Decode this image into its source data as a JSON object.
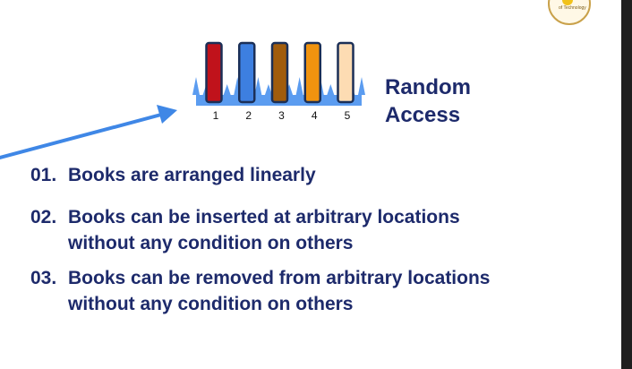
{
  "diagram": {
    "title_lines": [
      "Random",
      "Access"
    ],
    "slots": [
      {
        "label": "1",
        "book_color": "#c0121b"
      },
      {
        "label": "2",
        "book_color": "#3d7fe0"
      },
      {
        "label": "3",
        "book_color": "#a15c0c"
      },
      {
        "label": "4",
        "book_color": "#f0930f"
      },
      {
        "label": "5",
        "book_color": "#fddcb3"
      }
    ],
    "shelf_color": "#5b9cf0",
    "outline_color": "#1b2f57",
    "arrow_color": "#3f87e6"
  },
  "points": [
    {
      "number": "01.",
      "lines": [
        "Books are arranged linearly"
      ]
    },
    {
      "number": "02.",
      "lines": [
        "Books can be inserted at arbitrary locations",
        "without any condition on others"
      ]
    },
    {
      "number": "03.",
      "lines": [
        "Books can be removed from arbitrary locations",
        "without any condition on others"
      ]
    }
  ],
  "colors": {
    "text": "#1d2a6b",
    "background": "#ffffff"
  },
  "logo": {
    "icon": "institute-seal-icon",
    "text": "of Technology"
  }
}
